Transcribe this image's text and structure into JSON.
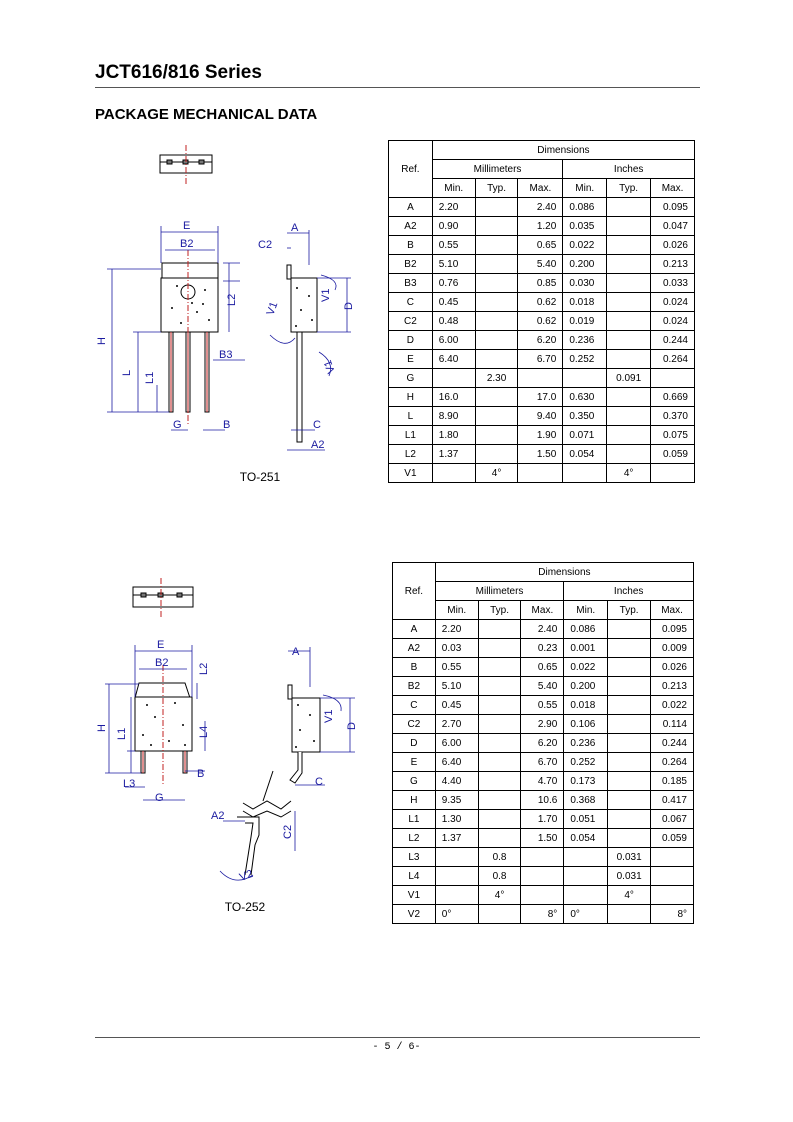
{
  "header": {
    "title": "JCT616/816 Series"
  },
  "section": {
    "heading": "PACKAGE MECHANICAL DATA"
  },
  "colors": {
    "dimension_blue": "#1a1aa0",
    "lead_red": "#c02020"
  },
  "packages": [
    {
      "name": "TO-251",
      "drawing_labels": {
        "E": "E",
        "B2": "B2",
        "C2": "C2",
        "A": "A",
        "L2": "L2",
        "V1": "V1",
        "D": "D",
        "H": "H",
        "B3": "B3",
        "L": "L",
        "L1": "L1",
        "G": "G",
        "B": "B",
        "C": "C",
        "A2": "A2"
      },
      "table": {
        "ref_header": "Ref.",
        "dimensions_header": "Dimensions",
        "mm_header": "Millimeters",
        "in_header": "Inches",
        "col_min": "Min.",
        "col_typ": "Typ.",
        "col_max": "Max.",
        "rows": [
          {
            "ref": "A",
            "mm_min": "2.20",
            "mm_typ": "",
            "mm_max": "2.40",
            "in_min": "0.086",
            "in_typ": "",
            "in_max": "0.095"
          },
          {
            "ref": "A2",
            "mm_min": "0.90",
            "mm_typ": "",
            "mm_max": "1.20",
            "in_min": "0.035",
            "in_typ": "",
            "in_max": "0.047"
          },
          {
            "ref": "B",
            "mm_min": "0.55",
            "mm_typ": "",
            "mm_max": "0.65",
            "in_min": "0.022",
            "in_typ": "",
            "in_max": "0.026"
          },
          {
            "ref": "B2",
            "mm_min": "5.10",
            "mm_typ": "",
            "mm_max": "5.40",
            "in_min": "0.200",
            "in_typ": "",
            "in_max": "0.213"
          },
          {
            "ref": "B3",
            "mm_min": "0.76",
            "mm_typ": "",
            "mm_max": "0.85",
            "in_min": "0.030",
            "in_typ": "",
            "in_max": "0.033"
          },
          {
            "ref": "C",
            "mm_min": "0.45",
            "mm_typ": "",
            "mm_max": "0.62",
            "in_min": "0.018",
            "in_typ": "",
            "in_max": "0.024"
          },
          {
            "ref": "C2",
            "mm_min": "0.48",
            "mm_typ": "",
            "mm_max": "0.62",
            "in_min": "0.019",
            "in_typ": "",
            "in_max": "0.024"
          },
          {
            "ref": "D",
            "mm_min": "6.00",
            "mm_typ": "",
            "mm_max": "6.20",
            "in_min": "0.236",
            "in_typ": "",
            "in_max": "0.244"
          },
          {
            "ref": "E",
            "mm_min": "6.40",
            "mm_typ": "",
            "mm_max": "6.70",
            "in_min": "0.252",
            "in_typ": "",
            "in_max": "0.264"
          },
          {
            "ref": "G",
            "mm_min": "",
            "mm_typ": "2.30",
            "mm_max": "",
            "in_min": "",
            "in_typ": "0.091",
            "in_max": ""
          },
          {
            "ref": "H",
            "mm_min": "16.0",
            "mm_typ": "",
            "mm_max": "17.0",
            "in_min": "0.630",
            "in_typ": "",
            "in_max": "0.669"
          },
          {
            "ref": "L",
            "mm_min": "8.90",
            "mm_typ": "",
            "mm_max": "9.40",
            "in_min": "0.350",
            "in_typ": "",
            "in_max": "0.370"
          },
          {
            "ref": "L1",
            "mm_min": "1.80",
            "mm_typ": "",
            "mm_max": "1.90",
            "in_min": "0.071",
            "in_typ": "",
            "in_max": "0.075"
          },
          {
            "ref": "L2",
            "mm_min": "1.37",
            "mm_typ": "",
            "mm_max": "1.50",
            "in_min": "0.054",
            "in_typ": "",
            "in_max": "0.059"
          },
          {
            "ref": "V1",
            "mm_min": "",
            "mm_typ": "4°",
            "mm_max": "",
            "in_min": "",
            "in_typ": "4°",
            "in_max": ""
          }
        ]
      }
    },
    {
      "name": "TO-252",
      "drawing_labels": {
        "E": "E",
        "B2": "B2",
        "L2": "L2",
        "A": "A",
        "H": "H",
        "L1": "L1",
        "L4": "L4",
        "V1": "V1",
        "D": "D",
        "B": "B",
        "L3": "L3",
        "G": "G",
        "C": "C",
        "A2": "A2",
        "C2": "C2",
        "V2": "V2"
      },
      "table": {
        "ref_header": "Ref.",
        "dimensions_header": "Dimensions",
        "mm_header": "Millimeters",
        "in_header": "Inches",
        "col_min": "Min.",
        "col_typ": "Typ.",
        "col_max": "Max.",
        "rows": [
          {
            "ref": "A",
            "mm_min": "2.20",
            "mm_typ": "",
            "mm_max": "2.40",
            "in_min": "0.086",
            "in_typ": "",
            "in_max": "0.095"
          },
          {
            "ref": "A2",
            "mm_min": "0.03",
            "mm_typ": "",
            "mm_max": "0.23",
            "in_min": "0.001",
            "in_typ": "",
            "in_max": "0.009"
          },
          {
            "ref": "B",
            "mm_min": "0.55",
            "mm_typ": "",
            "mm_max": "0.65",
            "in_min": "0.022",
            "in_typ": "",
            "in_max": "0.026"
          },
          {
            "ref": "B2",
            "mm_min": "5.10",
            "mm_typ": "",
            "mm_max": "5.40",
            "in_min": "0.200",
            "in_typ": "",
            "in_max": "0.213"
          },
          {
            "ref": "C",
            "mm_min": "0.45",
            "mm_typ": "",
            "mm_max": "0.55",
            "in_min": "0.018",
            "in_typ": "",
            "in_max": "0.022"
          },
          {
            "ref": "C2",
            "mm_min": "2.70",
            "mm_typ": "",
            "mm_max": "2.90",
            "in_min": "0.106",
            "in_typ": "",
            "in_max": "0.114"
          },
          {
            "ref": "D",
            "mm_min": "6.00",
            "mm_typ": "",
            "mm_max": "6.20",
            "in_min": "0.236",
            "in_typ": "",
            "in_max": "0.244"
          },
          {
            "ref": "E",
            "mm_min": "6.40",
            "mm_typ": "",
            "mm_max": "6.70",
            "in_min": "0.252",
            "in_typ": "",
            "in_max": "0.264"
          },
          {
            "ref": "G",
            "mm_min": "4.40",
            "mm_typ": "",
            "mm_max": "4.70",
            "in_min": "0.173",
            "in_typ": "",
            "in_max": "0.185"
          },
          {
            "ref": "H",
            "mm_min": "9.35",
            "mm_typ": "",
            "mm_max": "10.6",
            "in_min": "0.368",
            "in_typ": "",
            "in_max": "0.417"
          },
          {
            "ref": "L1",
            "mm_min": "1.30",
            "mm_typ": "",
            "mm_max": "1.70",
            "in_min": "0.051",
            "in_typ": "",
            "in_max": "0.067"
          },
          {
            "ref": "L2",
            "mm_min": "1.37",
            "mm_typ": "",
            "mm_max": "1.50",
            "in_min": "0.054",
            "in_typ": "",
            "in_max": "0.059"
          },
          {
            "ref": "L3",
            "mm_min": "",
            "mm_typ": "0.8",
            "mm_max": "",
            "in_min": "",
            "in_typ": "0.031",
            "in_max": ""
          },
          {
            "ref": "L4",
            "mm_min": "",
            "mm_typ": "0.8",
            "mm_max": "",
            "in_min": "",
            "in_typ": "0.031",
            "in_max": ""
          },
          {
            "ref": "V1",
            "mm_min": "",
            "mm_typ": "4°",
            "mm_max": "",
            "in_min": "",
            "in_typ": "4°",
            "in_max": ""
          },
          {
            "ref": "V2",
            "mm_min": "0°",
            "mm_typ": "",
            "mm_max": "8°",
            "in_min": "0°",
            "in_typ": "",
            "in_max": "8°"
          }
        ]
      }
    }
  ],
  "footer": {
    "page_number": "- 5 / 6-"
  }
}
